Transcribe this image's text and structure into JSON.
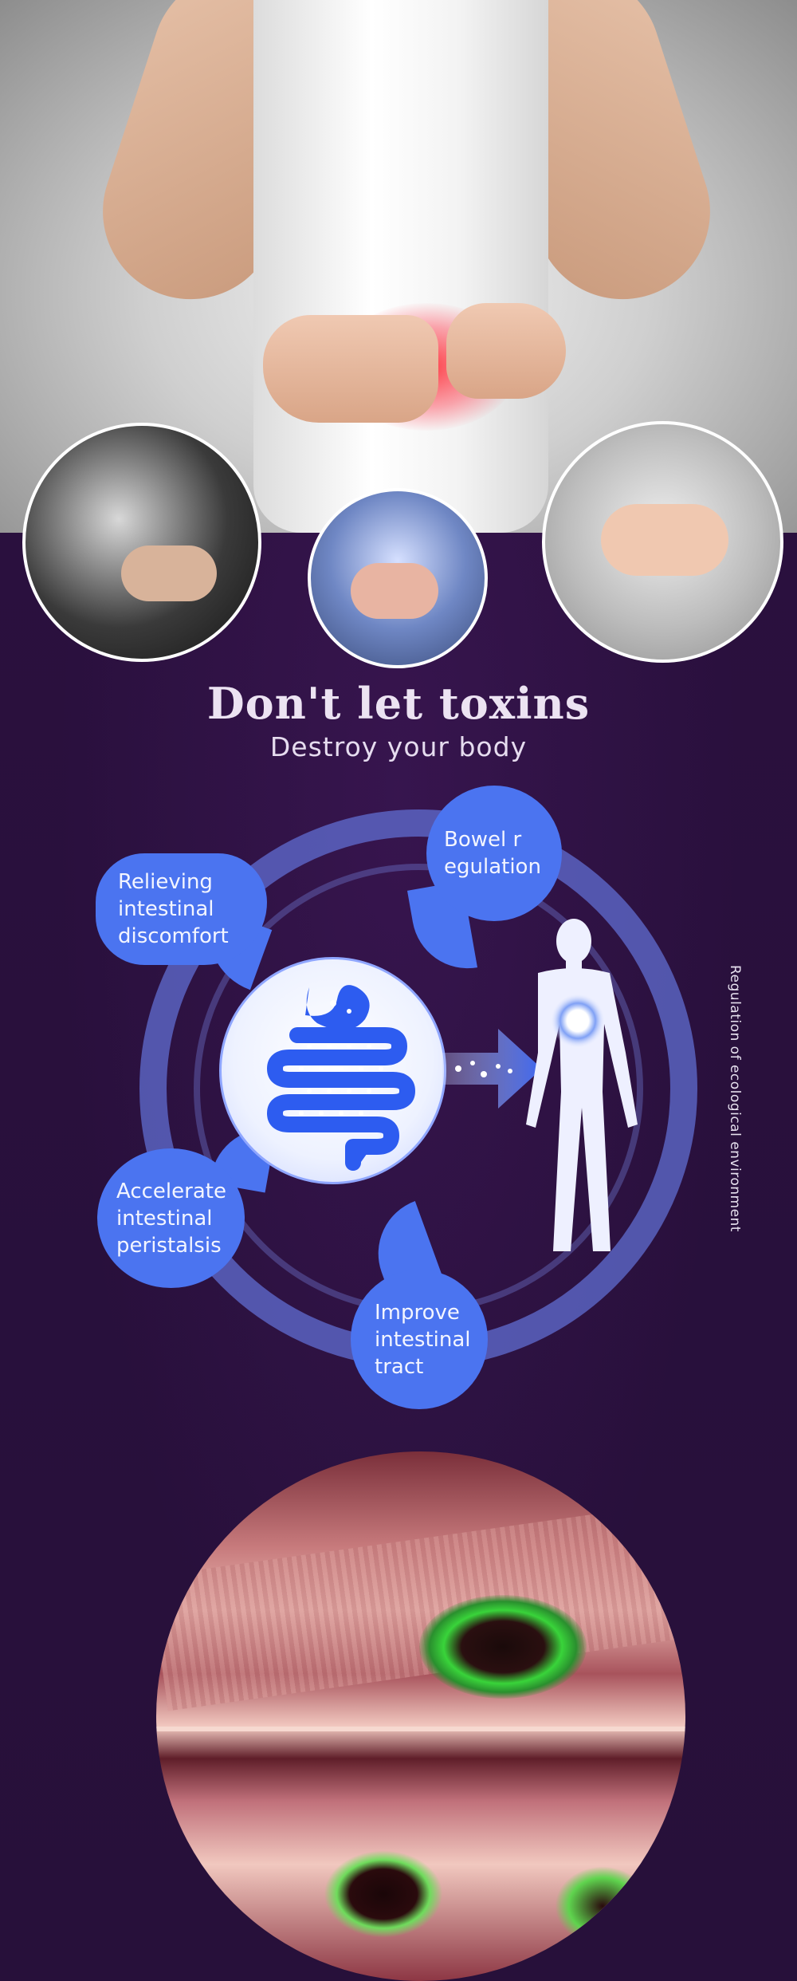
{
  "headline": {
    "title": "Don't let toxins",
    "subtitle": "Destroy your body"
  },
  "diagram": {
    "bubbles": [
      {
        "lines": [
          "Relieving",
          "intestinal",
          "discomfort"
        ]
      },
      {
        "lines": [
          "Bowel r",
          "egulation"
        ]
      },
      {
        "lines": [
          "Accelerate",
          "intestinal",
          "peristalsis"
        ]
      },
      {
        "lines": [
          "Improve",
          "intestinal",
          "tract"
        ]
      }
    ],
    "side_text": "Regulation of ecological environment"
  },
  "colors": {
    "background": "#2a0f3d",
    "bubble": "#4b74f0",
    "ring": "#606ed2",
    "title_text": "#ece3f2"
  }
}
